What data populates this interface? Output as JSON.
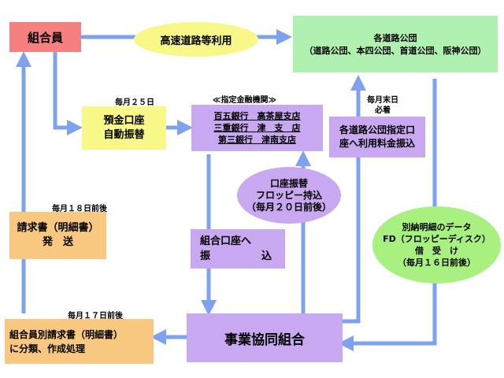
{
  "nodes": {
    "member": "組合員",
    "highway_use": "高速道路等利用",
    "road_corps_title": "各道路公団",
    "road_corps_list": "（道路公団、本四公団、首道公団、阪神公団）",
    "auto_debit": "預金口座\n自動振替",
    "bank_header": "≪指定金融機関≫",
    "bank_1": "百五銀行　高茶屋支店",
    "bank_2": "三重銀行　津　支　店",
    "bank_3": "第三銀行　津南支店",
    "road_transfer": "各道路公団指定口\n座へ利用料金振込",
    "floppy_bring": "口座振替\nフロッピー持込\n（毎月２０日前後）",
    "invoice_send": "請求書（明細書）\n発　送",
    "union_transfer_1": "組合口座へ",
    "union_transfer_2": "振　　　　　込",
    "fd_borrow": "別納明細のデータ\nFD（フロッピーディスク）\n借　受　け\n（毎月１６日前後）",
    "classify": "組合員別請求書（明細書）\nに分類、作成処理",
    "cooperative": "事業協同組合"
  },
  "timing": {
    "day25": "毎月２５日",
    "month_end": "毎月末日\n必着",
    "day18": "毎月１８日前後",
    "day17": "毎月１７日前後"
  },
  "colors": {
    "arrow": "#7fa2f0",
    "member_box": "#f48080",
    "ellipse": "#f8f888",
    "road_box": "#b0f0b0",
    "purple": "#c8a8f0",
    "orange": "#f8c880",
    "green_ellipse": "#a8f080"
  }
}
